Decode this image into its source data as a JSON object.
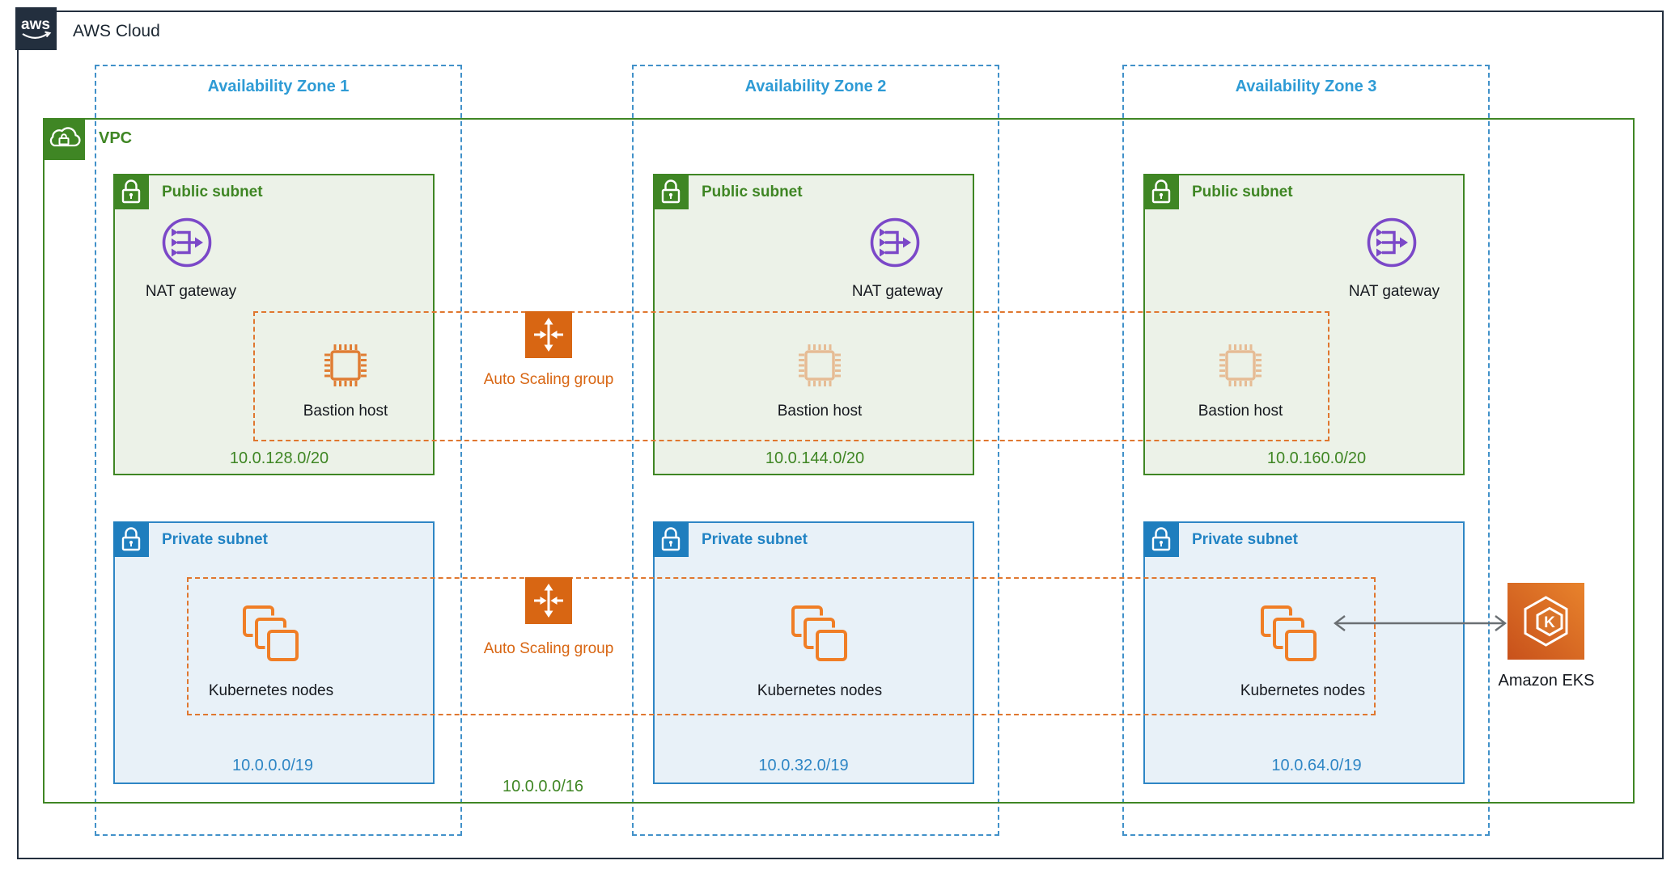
{
  "header": {
    "logo_text": "aws",
    "title": "AWS Cloud"
  },
  "vpc": {
    "label": "VPC",
    "cidr": "10.0.0.0/16"
  },
  "zones": [
    {
      "label": "Availability Zone 1",
      "public_subnet": {
        "label": "Public subnet",
        "nat_gateway": "NAT gateway",
        "bastion_host": "Bastion host",
        "cidr": "10.0.128.0/20"
      },
      "private_subnet": {
        "label": "Private subnet",
        "kubernetes_nodes": "Kubernetes nodes",
        "cidr": "10.0.0.0/19"
      }
    },
    {
      "label": "Availability Zone 2",
      "public_subnet": {
        "label": "Public subnet",
        "nat_gateway": "NAT gateway",
        "bastion_host": "Bastion host",
        "cidr": "10.0.144.0/20"
      },
      "private_subnet": {
        "label": "Private subnet",
        "kubernetes_nodes": "Kubernetes nodes",
        "cidr": "10.0.32.0/19"
      }
    },
    {
      "label": "Availability Zone 3",
      "public_subnet": {
        "label": "Public subnet",
        "nat_gateway": "NAT gateway",
        "bastion_host": "Bastion host",
        "cidr": "10.0.160.0/20"
      },
      "private_subnet": {
        "label": "Private subnet",
        "kubernetes_nodes": "Kubernetes nodes",
        "cidr": "10.0.64.0/19"
      }
    }
  ],
  "auto_scaling": {
    "label": "Auto Scaling group"
  },
  "eks": {
    "label": "Amazon EKS",
    "icon_letter": "K"
  },
  "colors": {
    "aws_navy": "#232F3E",
    "green": "#3F8624",
    "public_fill": "#ECF2E8",
    "az_dash_blue": "#4191C9",
    "az_text_blue": "#2E9BD5",
    "private_border": "#2E86C5",
    "private_fill": "#E8F1F8",
    "orange": "#D86613",
    "orange_dash": "#E0772F",
    "nat_purple": "#7B48C8",
    "eks_orange": "#D9742B",
    "arrow_gray": "#6A6F73",
    "text_dark": "#16191F"
  }
}
